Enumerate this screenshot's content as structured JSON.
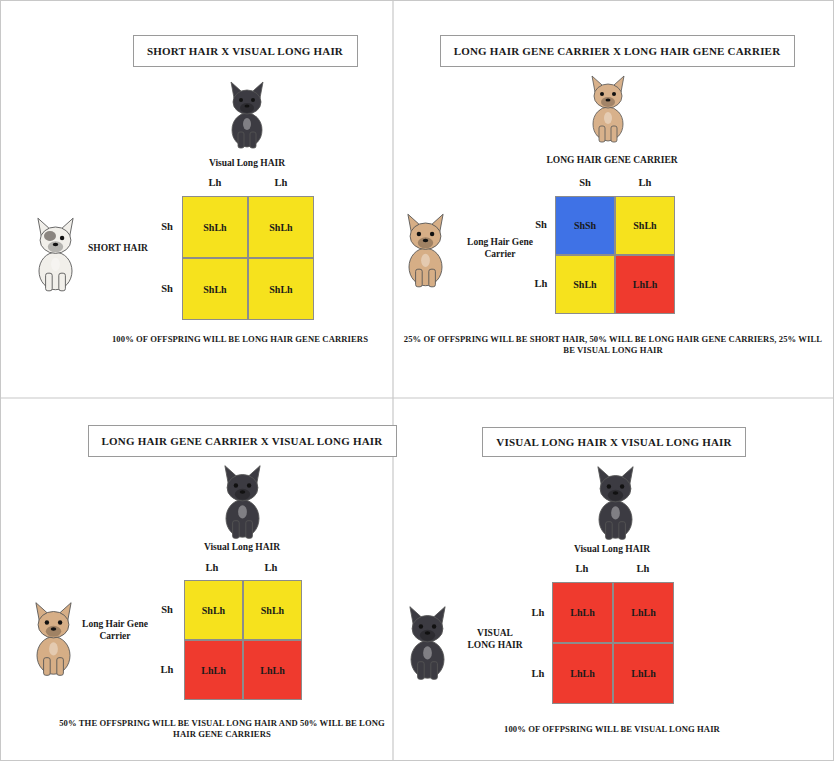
{
  "diagram": {
    "nodes": [
      {
        "text": [
          "SHORT HAIR X VISUAL LONG HAIR"
        ]
      },
      {
        "text": [
          "ShLh"
        ]
      },
      {
        "text": [
          "ShLh"
        ]
      },
      {
        "text": [
          "ShLh"
        ]
      },
      {
        "text": [
          "ShLh"
        ]
      },
      {
        "text": [
          "LONG HAIR GENE CARRIER X LONG HAIR GENE CARRIER"
        ]
      },
      {
        "text": [
          "ShSh"
        ]
      },
      {
        "text": [
          "ShLh"
        ]
      },
      {
        "text": [
          "ShLh"
        ]
      },
      {
        "text": [
          "LhLh"
        ]
      },
      {
        "text": [
          "LONG HAIR GENE CARRIER X VISUAL LONG HAIR"
        ]
      },
      {
        "text": [
          "ShLh"
        ]
      },
      {
        "text": [
          "ShLh"
        ]
      },
      {
        "text": [
          "LhLh"
        ]
      },
      {
        "text": [
          "LhLh"
        ]
      },
      {
        "text": [
          "VISUAL LONG HAIR X VISUAL LONG HAIR"
        ]
      },
      {
        "text": [
          "LhLh"
        ]
      },
      {
        "text": [
          "LhLh"
        ]
      },
      {
        "text": [
          "LhLh"
        ]
      },
      {
        "text": [
          "LhLh"
        ]
      }
    ],
    "labels": [
      "Visual Long HAIR",
      "Lh",
      "Lh",
      "Sh",
      "SHORT HAIR",
      "Sh",
      "100% OF OFFSPRING WILL BE LONG HAIR GENE CARRIERS",
      "LONG HAIR GENE CARRIER",
      "Sh",
      "Lh",
      "Sh",
      "Long Hair Gene Carrier",
      "Lh",
      "25% OF OFFSPRING WILL BE SHORT HAIR, 50% WILL BE LONG HAIR GENE CARRIERS, 25% WILL BE VISUAL LONG HAIR",
      "Visual Long HAIR",
      "Lh",
      "Lh",
      "Sh",
      "Long Hair Gene Carrier",
      "Lh",
      "50% THE OFFSPRING WILL BE VISUAL LONG HAIR AND 50% WILL BE LONG HAIR GENE CARRIERS",
      "Visual Long HAIR",
      "Lh",
      "Lh",
      "Lh",
      "VISUAL LONG HAIR",
      "Lh",
      "100% OF OFFPSRING WILL BE VISUAL LONG HAIR"
    ]
  }
}
